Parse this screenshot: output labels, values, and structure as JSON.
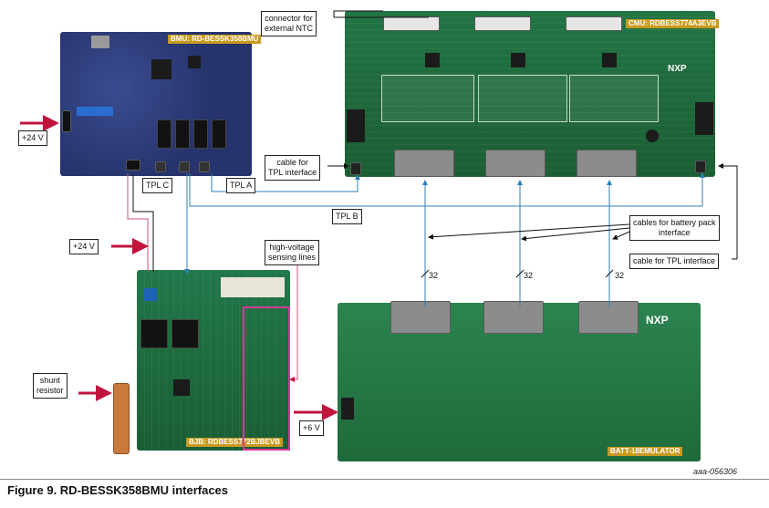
{
  "labels": {
    "bmu_board": "BMU: RD-BESSK358BMU",
    "cmu_board": "CMU: RDBESS774A3EVB",
    "bjb_board": "BJB: RDBESS772BJBEVB",
    "batt_board": "BATT-18EMULATOR",
    "logo": "NXP"
  },
  "callouts": {
    "connector_ntc": [
      "connector for",
      "external NTC"
    ],
    "cable_tpl_left": [
      "cable for",
      "TPL interface"
    ],
    "tpl_c": "TPL C",
    "tpl_a": "TPL A",
    "tpl_b": "TPL B",
    "plus24_top": "+24 V",
    "plus24_mid": "+24 V",
    "hv_lines": [
      "high-voltage",
      "sensing lines"
    ],
    "cables_battery": [
      "cables for battery pack",
      "interface"
    ],
    "cable_tpl_right": "cable for TPL interface",
    "shunt": [
      "shunt",
      "resistor"
    ],
    "plus6": "+6 V",
    "bus_count_1": "32",
    "bus_count_2": "32",
    "bus_count_3": "32"
  },
  "figure": {
    "caption": "Figure 9.  RD-BESSK358BMU interfaces",
    "id": "aaa-056306"
  },
  "colors": {
    "arrow": "#c0143c",
    "tpl_line": "#2f7fb8",
    "power_line": "#d05070",
    "black_line": "#111111"
  }
}
